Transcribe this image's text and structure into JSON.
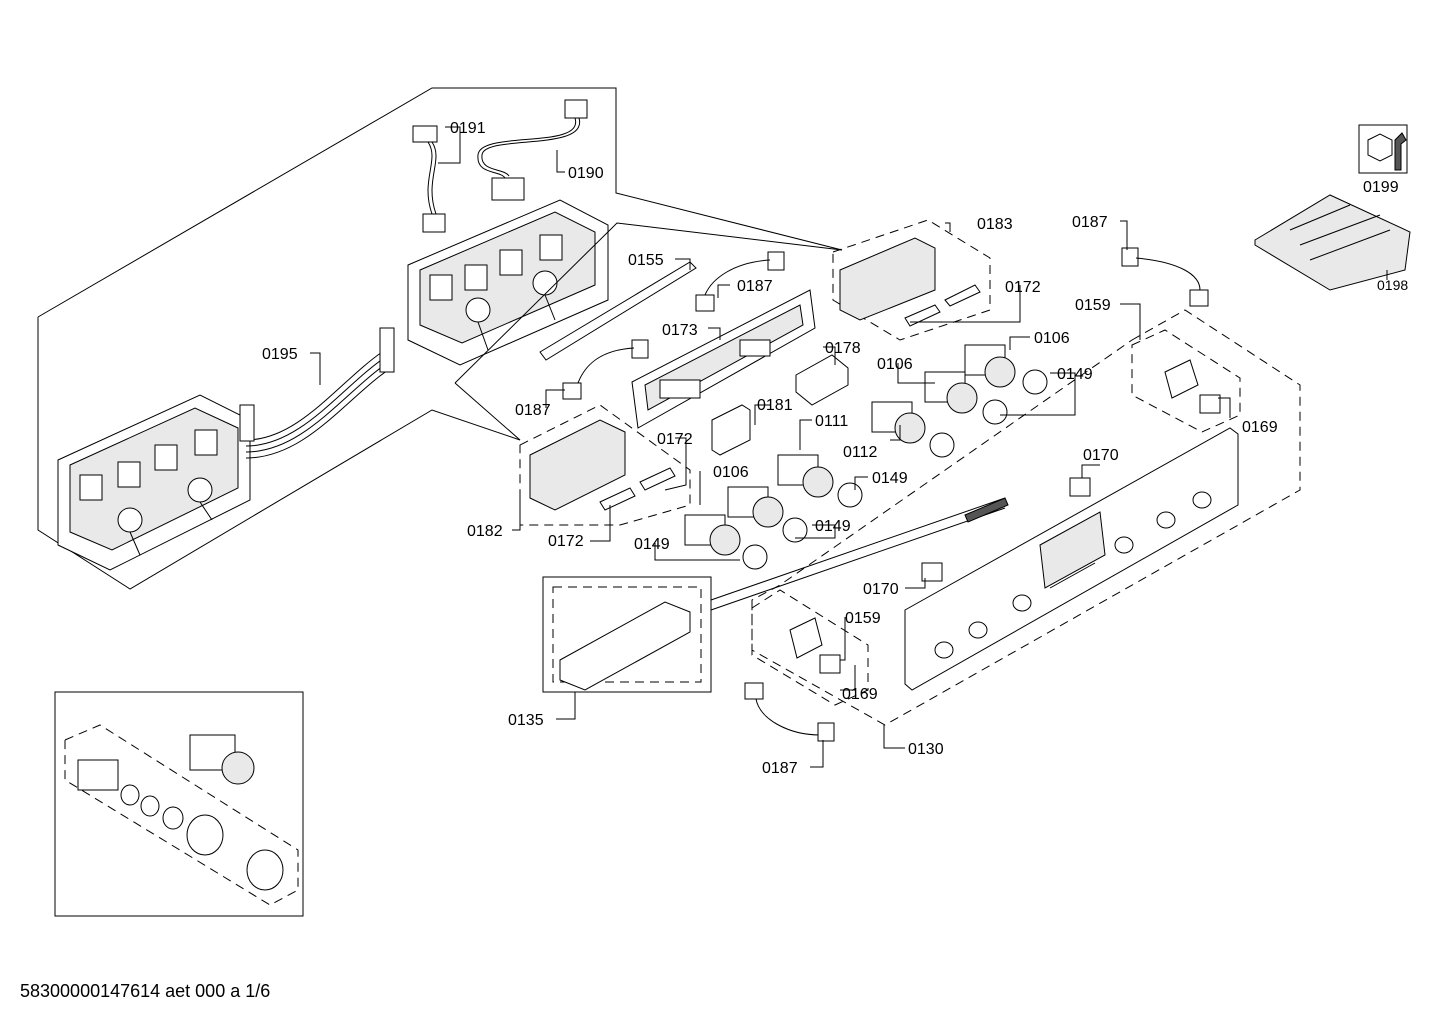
{
  "labels": {
    "l0191": "0191",
    "l0190": "0190",
    "l0195": "0195",
    "l0155": "0155",
    "l0187a": "0187",
    "l0187b": "0187",
    "l0187c": "0187",
    "l0187d": "0187",
    "l0173": "0173",
    "l0178": "0178",
    "l0181": "0181",
    "l0111": "0111",
    "l0112": "0112",
    "l0183": "0183",
    "l0172a": "0172",
    "l0172b": "0172",
    "l0172c": "0172",
    "l0182": "0182",
    "l0106a": "0106",
    "l0106b": "0106",
    "l0106c": "0106",
    "l0149a": "0149",
    "l0149b": "0149",
    "l0149c": "0149",
    "l0149d": "0149",
    "l0159a": "0159",
    "l0159b": "0159",
    "l0169a": "0169",
    "l0169b": "0169",
    "l0170a": "0170",
    "l0170b": "0170",
    "l0130": "0130",
    "l0135": "0135",
    "l0199": "0199",
    "l0198": "0198"
  },
  "footer": "58300000147614 aet 000 a 1/6"
}
